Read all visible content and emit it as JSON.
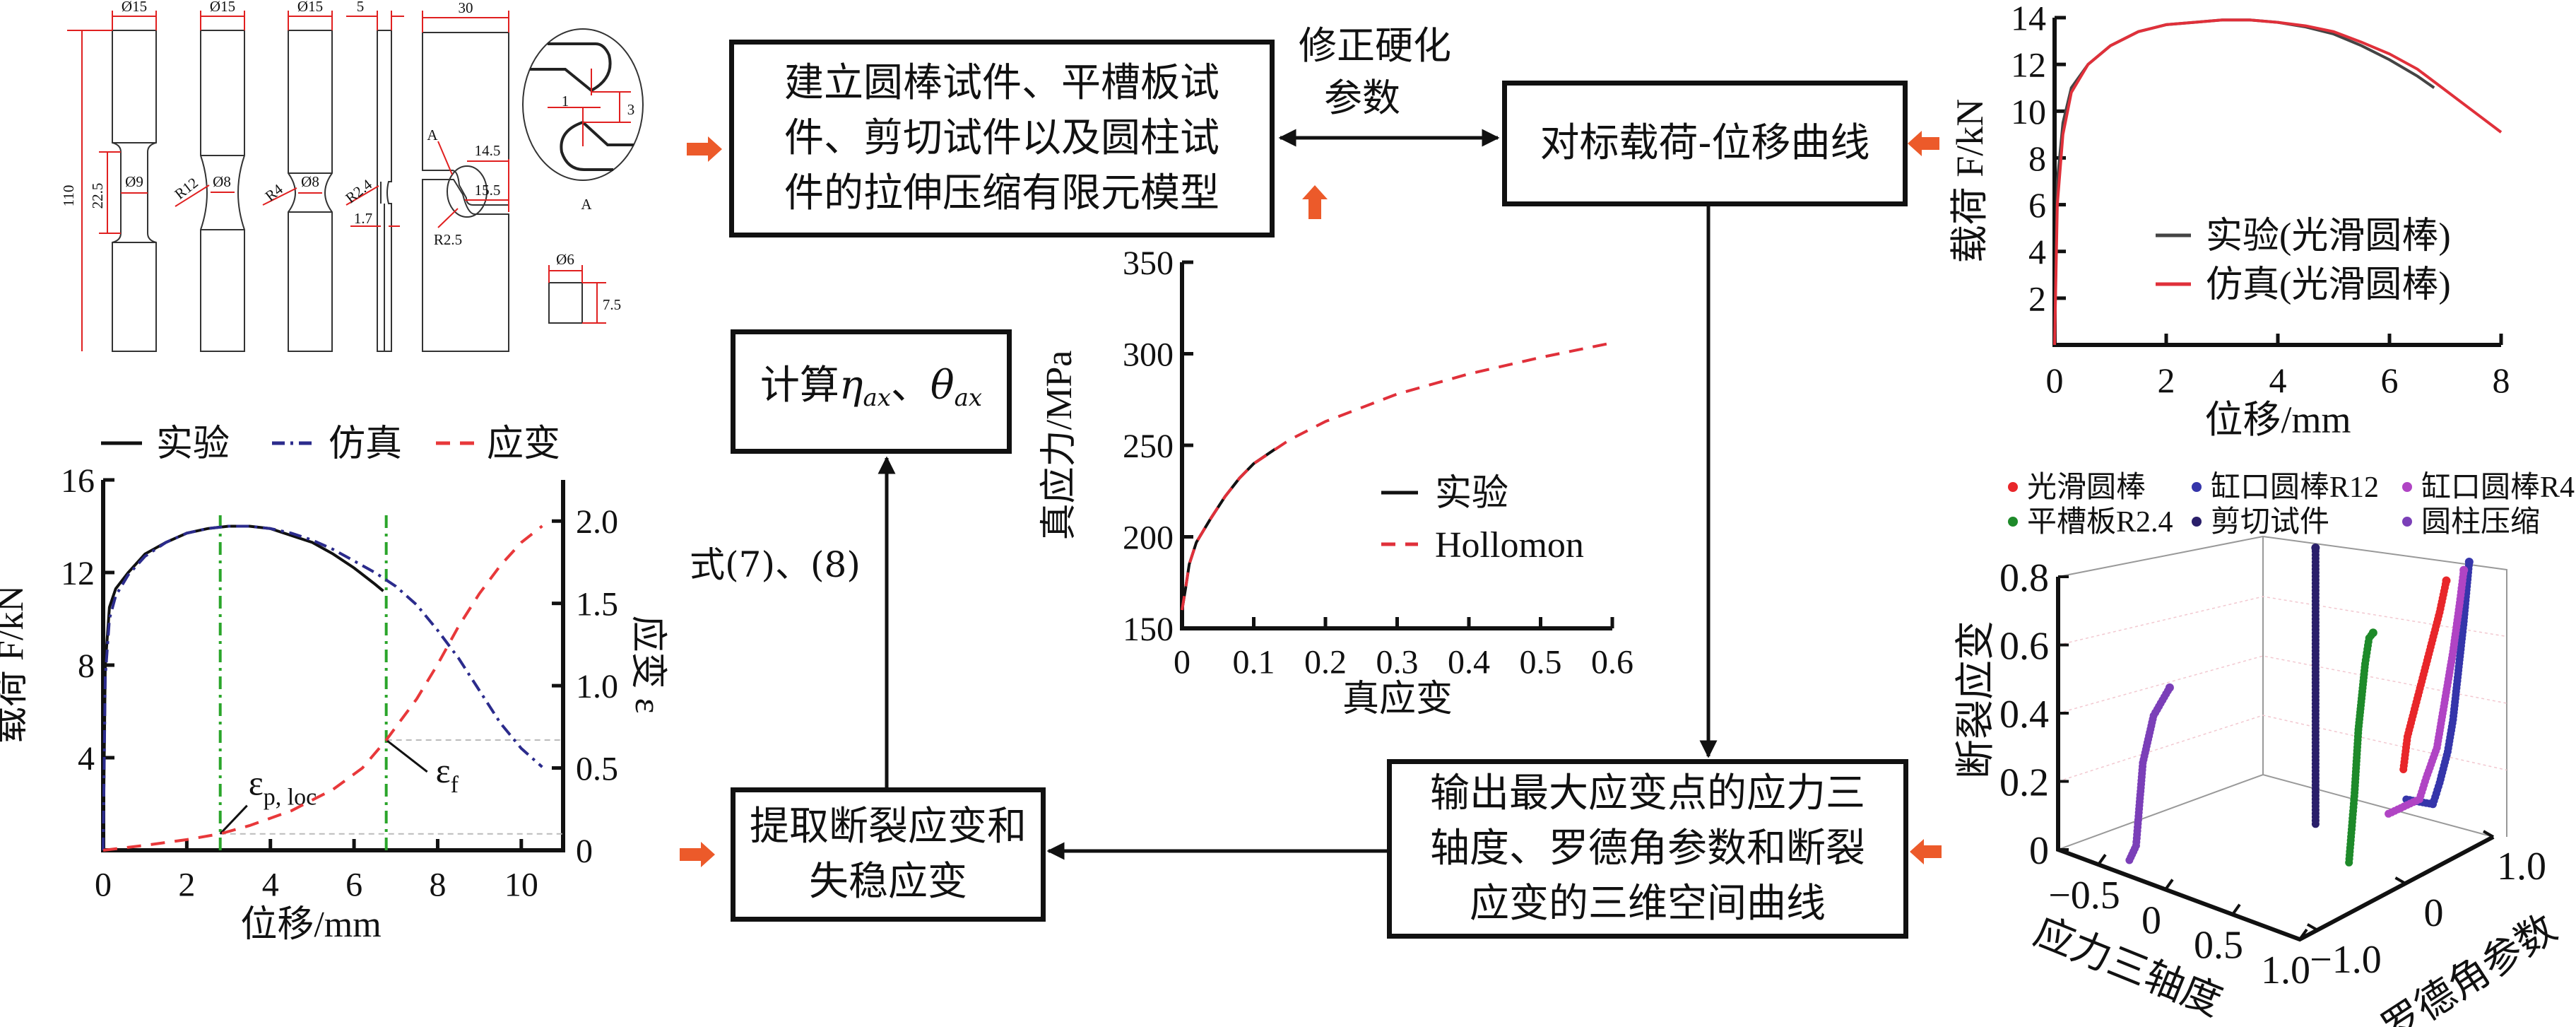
{
  "drawing": {
    "labels": [
      "Ø15",
      "Ø15",
      "Ø15",
      "5",
      "30",
      "110",
      "22.5",
      "Ø9",
      "R12",
      "Ø8",
      "R4",
      "Ø8",
      "R2.4",
      "1.7",
      "A",
      "14.5",
      "15.5",
      "R2.5",
      "1",
      "3",
      "A",
      "Ø6",
      "7.5"
    ]
  },
  "flow": {
    "model_box": {
      "lines": [
        "建立圆棒试件、平槽板试",
        "件、剪切试件以及圆柱试",
        "件的拉伸压缩有限元模型"
      ]
    },
    "correct_label": {
      "lines": [
        "修正硬化",
        "参数"
      ]
    },
    "compare_box": {
      "text": "对标载荷-位移曲线"
    },
    "calc_box": {
      "prefix": "计算",
      "eta": "η",
      "eta_sub": "ax",
      "sep": "、",
      "theta": "θ",
      "theta_sub": "ax"
    },
    "formula_label": {
      "text": "式(7)、(8)"
    },
    "extract_box": {
      "lines": [
        "提取断裂应变和",
        "失稳应变"
      ]
    },
    "output_box": {
      "lines": [
        "输出最大应变点的应力三",
        "轴度、罗德角参数和断裂",
        "应变的三维空间曲线"
      ]
    },
    "colors": {
      "arrow": "#111111",
      "orange_arrow": "#ec5a2a"
    }
  },
  "chart_data": [
    {
      "id": "load-strain",
      "type": "line",
      "xlabel": "位移/mm",
      "ylabel": "载荷 F/kN",
      "y2label": "应变 ε",
      "xlim": [
        0,
        11
      ],
      "ylim": [
        0,
        16
      ],
      "y2lim": [
        0,
        2.25
      ],
      "xticks": [
        0,
        2,
        4,
        6,
        8,
        10
      ],
      "xtick_labels": [
        "0",
        "2",
        "4",
        "6",
        "8",
        "10"
      ],
      "yticks": [
        4,
        8,
        12,
        16
      ],
      "ytick_labels": [
        "4",
        "8",
        "12",
        "16"
      ],
      "y2ticks": [
        0,
        0.5,
        1.0,
        1.5,
        2.0
      ],
      "y2tick_labels": [
        "0",
        "0.5",
        "1.0",
        "1.5",
        "2.0"
      ],
      "legend": "top",
      "series": [
        {
          "name": "实验",
          "color": "#111111",
          "style": "solid",
          "axis": "y",
          "points": [
            [
              0,
              0
            ],
            [
              0.05,
              8
            ],
            [
              0.15,
              10.5
            ],
            [
              0.3,
              11.3
            ],
            [
              0.6,
              12
            ],
            [
              1,
              12.8
            ],
            [
              1.5,
              13.3
            ],
            [
              2,
              13.7
            ],
            [
              2.5,
              13.9
            ],
            [
              3,
              14
            ],
            [
              3.5,
              14
            ],
            [
              4,
              13.9
            ],
            [
              4.5,
              13.6
            ],
            [
              5,
              13.3
            ],
            [
              5.5,
              12.8
            ],
            [
              6,
              12.2
            ],
            [
              6.5,
              11.5
            ],
            [
              6.7,
              11.2
            ]
          ]
        },
        {
          "name": "仿真",
          "color": "#2b2b8c",
          "style": "dashdot",
          "axis": "y",
          "points": [
            [
              0,
              0
            ],
            [
              0.05,
              7.5
            ],
            [
              0.15,
              10
            ],
            [
              0.3,
              11
            ],
            [
              0.6,
              11.9
            ],
            [
              1,
              12.7
            ],
            [
              1.5,
              13.3
            ],
            [
              2,
              13.7
            ],
            [
              2.5,
              13.9
            ],
            [
              3,
              14
            ],
            [
              3.5,
              14
            ],
            [
              4,
              13.9
            ],
            [
              4.5,
              13.7
            ],
            [
              5,
              13.4
            ],
            [
              5.5,
              13
            ],
            [
              6,
              12.5
            ],
            [
              6.5,
              12
            ],
            [
              7,
              11.4
            ],
            [
              7.5,
              10.6
            ],
            [
              8,
              9.5
            ],
            [
              8.5,
              8.3
            ],
            [
              9,
              6.9
            ],
            [
              9.5,
              5.5
            ],
            [
              10,
              4.4
            ],
            [
              10.5,
              3.6
            ]
          ]
        },
        {
          "name": "应变",
          "color": "#e8383a",
          "style": "dashed",
          "axis": "y2",
          "points": [
            [
              0,
              0
            ],
            [
              1,
              0.03
            ],
            [
              2,
              0.065
            ],
            [
              2.8,
              0.1
            ],
            [
              3.5,
              0.15
            ],
            [
              4.5,
              0.24
            ],
            [
              5.5,
              0.37
            ],
            [
              6.2,
              0.5
            ],
            [
              6.77,
              0.67
            ],
            [
              7.5,
              0.92
            ],
            [
              8,
              1.13
            ],
            [
              8.5,
              1.36
            ],
            [
              9,
              1.56
            ],
            [
              9.5,
              1.73
            ],
            [
              10,
              1.87
            ],
            [
              10.5,
              1.97
            ]
          ]
        }
      ],
      "vlines": {
        "x": [
          2.8,
          6.77
        ],
        "color": "#2aa52a"
      },
      "annotations": [
        {
          "symbol": "ε",
          "sub": "p, loc",
          "x": 2.8,
          "y2": 0.1
        },
        {
          "symbol": "ε",
          "sub": "f",
          "x": 6.77,
          "y2": 0.67
        }
      ]
    },
    {
      "id": "smooth-bar-load",
      "type": "line",
      "xlabel": "位移/mm",
      "ylabel": "载荷 F/kN",
      "xlim": [
        0,
        8
      ],
      "ylim": [
        0,
        14
      ],
      "xticks": [
        0,
        2,
        4,
        6,
        8
      ],
      "xtick_labels": [
        "0",
        "2",
        "4",
        "6",
        "8"
      ],
      "yticks": [
        2,
        4,
        6,
        8,
        10,
        12,
        14
      ],
      "ytick_labels": [
        "2",
        "4",
        "6",
        "8",
        "10",
        "12",
        "14"
      ],
      "legend": "bottom-right",
      "series": [
        {
          "name": "实验(光滑圆棒)",
          "color": "#444444",
          "style": "solid",
          "points": [
            [
              0,
              0
            ],
            [
              0.05,
              7
            ],
            [
              0.15,
              9.5
            ],
            [
              0.3,
              11
            ],
            [
              0.6,
              12
            ],
            [
              1,
              12.8
            ],
            [
              1.5,
              13.4
            ],
            [
              2,
              13.7
            ],
            [
              2.5,
              13.8
            ],
            [
              3,
              13.9
            ],
            [
              3.5,
              13.9
            ],
            [
              4,
              13.8
            ],
            [
              4.5,
              13.6
            ],
            [
              5,
              13.3
            ],
            [
              5.5,
              12.8
            ],
            [
              6,
              12.2
            ],
            [
              6.5,
              11.5
            ],
            [
              6.8,
              11
            ]
          ]
        },
        {
          "name": "仿真(光滑圆棒)",
          "color": "#e0303a",
          "style": "solid",
          "points": [
            [
              0,
              0
            ],
            [
              0.05,
              6
            ],
            [
              0.15,
              9
            ],
            [
              0.3,
              10.8
            ],
            [
              0.6,
              12
            ],
            [
              1,
              12.8
            ],
            [
              1.5,
              13.4
            ],
            [
              2,
              13.7
            ],
            [
              2.5,
              13.8
            ],
            [
              3,
              13.9
            ],
            [
              3.5,
              13.9
            ],
            [
              4,
              13.8
            ],
            [
              4.5,
              13.65
            ],
            [
              5,
              13.4
            ],
            [
              5.5,
              12.95
            ],
            [
              6,
              12.45
            ],
            [
              6.5,
              11.8
            ],
            [
              7,
              10.9
            ],
            [
              7.5,
              10
            ],
            [
              8,
              9.1
            ]
          ]
        }
      ]
    },
    {
      "id": "true-stress-strain",
      "type": "line",
      "xlabel": "真应变",
      "ylabel": "真应力/MPa",
      "xlim": [
        0,
        0.6
      ],
      "ylim": [
        150,
        350
      ],
      "xticks": [
        0,
        0.1,
        0.2,
        0.3,
        0.4,
        0.5,
        0.6
      ],
      "xtick_labels": [
        "0",
        "0.1",
        "0.2",
        "0.3",
        "0.4",
        "0.5",
        "0.6"
      ],
      "yticks": [
        150,
        200,
        250,
        300,
        350
      ],
      "ytick_labels": [
        "150",
        "200",
        "250",
        "300",
        "350"
      ],
      "legend": "right",
      "series": [
        {
          "name": "实验",
          "color": "#111111",
          "style": "solid",
          "points": [
            [
              0,
              160
            ],
            [
              0.005,
              172
            ],
            [
              0.01,
              185
            ],
            [
              0.02,
              197
            ],
            [
              0.04,
              210
            ],
            [
              0.06,
              222
            ],
            [
              0.08,
              232
            ],
            [
              0.1,
              240
            ],
            [
              0.13,
              248
            ]
          ]
        },
        {
          "name": "Hollomon",
          "color": "#e0303a",
          "style": "dashed",
          "points": [
            [
              0,
              160
            ],
            [
              0.005,
              172
            ],
            [
              0.01,
              185
            ],
            [
              0.02,
              197
            ],
            [
              0.04,
              210
            ],
            [
              0.06,
              222
            ],
            [
              0.08,
              232
            ],
            [
              0.1,
              240
            ],
            [
              0.15,
              253
            ],
            [
              0.2,
              263
            ],
            [
              0.3,
              278
            ],
            [
              0.4,
              289
            ],
            [
              0.5,
              298
            ],
            [
              0.6,
              306
            ]
          ]
        }
      ]
    },
    {
      "id": "fracture-locus-3d",
      "type": "scatter3d",
      "xlabel": "应力三轴度",
      "ylabel": "罗德角参数",
      "zlabel": "断裂应变",
      "xlim": [
        -0.8,
        1.0
      ],
      "ylim": [
        -1.2,
        1.0
      ],
      "zlim": [
        0,
        0.8
      ],
      "xticks": [
        -0.5,
        0,
        0.5,
        1.0
      ],
      "xtick_labels": [
        "−0.5",
        "0",
        "0.5",
        "1.0"
      ],
      "yticks": [
        -1.0,
        0,
        1.0
      ],
      "ytick_labels": [
        "−1.0",
        "0",
        "1.0"
      ],
      "zticks": [
        0,
        0.2,
        0.4,
        0.6,
        0.8
      ],
      "ztick_labels": [
        "0",
        "0.2",
        "0.4",
        "0.6",
        "0.8"
      ],
      "legend": "top",
      "series": [
        {
          "name": "光滑圆棒",
          "color": "#e8262a",
          "points": [
            [
              0.33,
              1,
              0.1
            ],
            [
              0.36,
              1,
              0.2
            ],
            [
              0.42,
              1,
              0.3
            ],
            [
              0.48,
              1,
              0.4
            ],
            [
              0.54,
              1,
              0.5
            ],
            [
              0.6,
              1,
              0.6
            ],
            [
              0.65,
              1,
              0.7
            ]
          ]
        },
        {
          "name": "缸口圆棒R12",
          "color": "#3535aa",
          "points": [
            [
              0.45,
              0.85,
              0.05
            ],
            [
              0.55,
              1,
              0.03
            ],
            [
              0.6,
              1,
              0.1
            ],
            [
              0.66,
              1,
              0.2
            ],
            [
              0.7,
              1,
              0.3
            ],
            [
              0.74,
              1,
              0.45
            ],
            [
              0.78,
              1,
              0.6
            ],
            [
              0.82,
              1,
              0.78
            ]
          ]
        },
        {
          "name": "缸口圆棒R4",
          "color": "#b044c4",
          "points": [
            [
              0.35,
              0.8,
              0.0
            ],
            [
              0.45,
              1,
              0.03
            ],
            [
              0.5,
              1,
              0.1
            ],
            [
              0.58,
              1,
              0.2
            ],
            [
              0.64,
              1,
              0.35
            ],
            [
              0.7,
              1,
              0.5
            ],
            [
              0.75,
              1,
              0.65
            ],
            [
              0.78,
              1,
              0.75
            ]
          ]
        },
        {
          "name": "平槽板R2.4",
          "color": "#1e8a2a",
          "points": [
            [
              0.58,
              0,
              0
            ],
            [
              0.6,
              0,
              0.1
            ],
            [
              0.62,
              0,
              0.2
            ],
            [
              0.65,
              0,
              0.4
            ],
            [
              0.7,
              0,
              0.6
            ],
            [
              0.73,
              0,
              0.68
            ],
            [
              0.76,
              0,
              0.7
            ]
          ]
        },
        {
          "name": "剪切试件",
          "color": "#2a1f6a",
          "points": [
            [
              0.2,
              0.2,
              0.03
            ],
            [
              0.2,
              0.2,
              0.3
            ],
            [
              0.2,
              0.2,
              0.6
            ],
            [
              0.2,
              0.2,
              0.84
            ]
          ]
        },
        {
          "name": "圆柱压缩",
          "color": "#7b3fb8",
          "points": [
            [
              -0.4,
              -1,
              0.0
            ],
            [
              -0.35,
              -1,
              0.05
            ],
            [
              -0.33,
              -1,
              0.15
            ],
            [
              -0.3,
              -1,
              0.3
            ],
            [
              -0.22,
              -1,
              0.45
            ],
            [
              -0.1,
              -1,
              0.55
            ]
          ]
        }
      ]
    }
  ]
}
